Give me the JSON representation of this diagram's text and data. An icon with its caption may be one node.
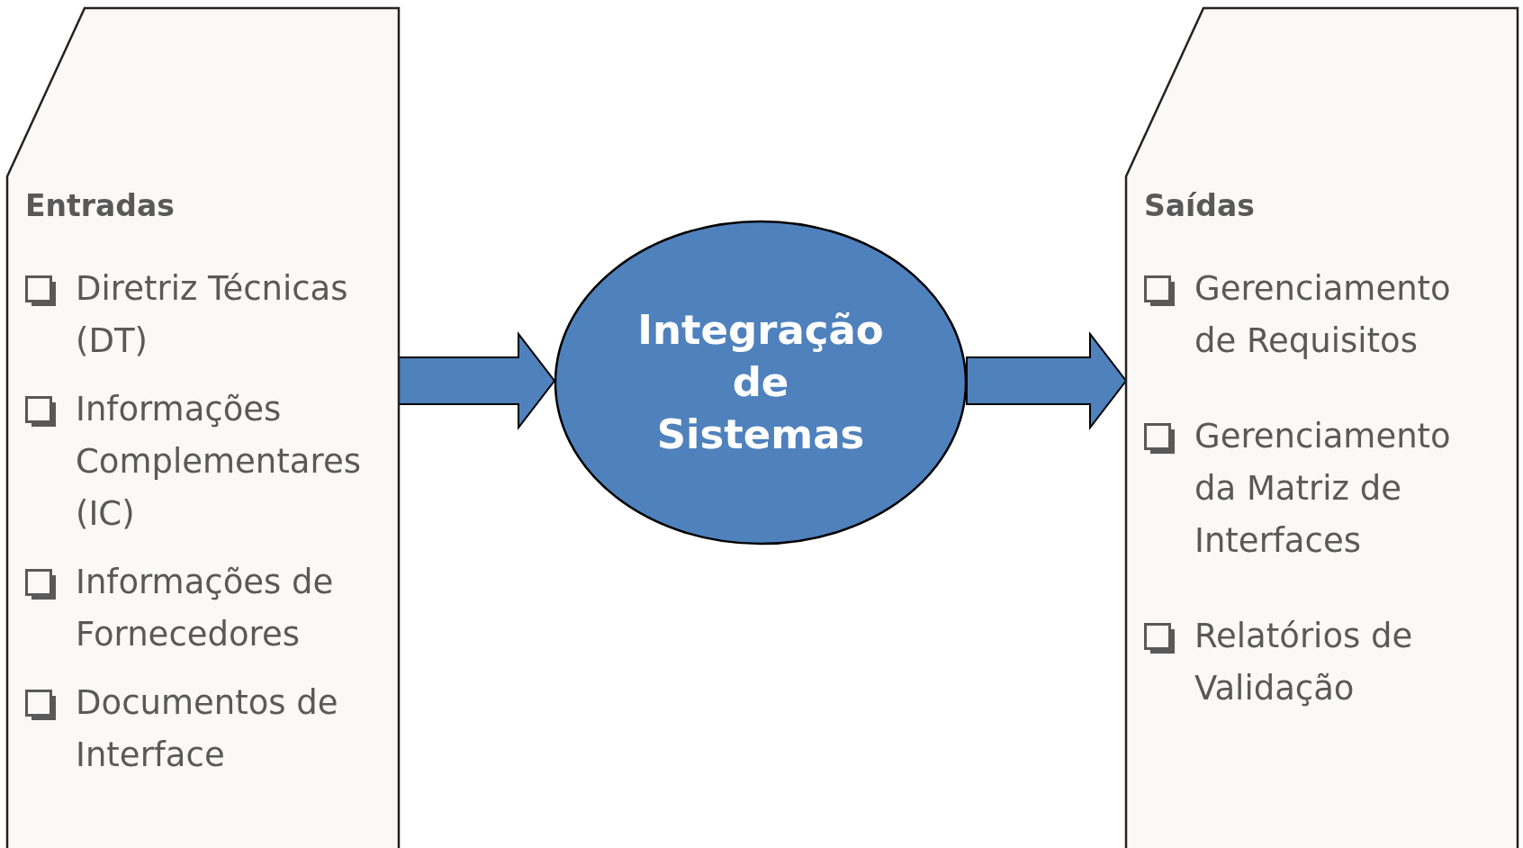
{
  "diagram": {
    "nodes": [
      {
        "text": [
          "Entradas",
          "Diretriz Técnicas (DT)",
          "Informações Complementares (IC)",
          "Informações de Fornecedores",
          "Documentos de Interface"
        ]
      },
      {
        "text": [
          "Integração de Sistemas"
        ]
      },
      {
        "text": [
          "Saídas",
          "Gerenciamento de Requisitos",
          "Gerenciamento da Matriz de Interfaces",
          "Relatórios de Validação"
        ]
      }
    ],
    "edges": [
      {
        "from": 0,
        "to": 1,
        "arrow": "to",
        "style": "thick"
      },
      {
        "from": 1,
        "to": 2,
        "arrow": "to",
        "style": "thick"
      }
    ]
  }
}
